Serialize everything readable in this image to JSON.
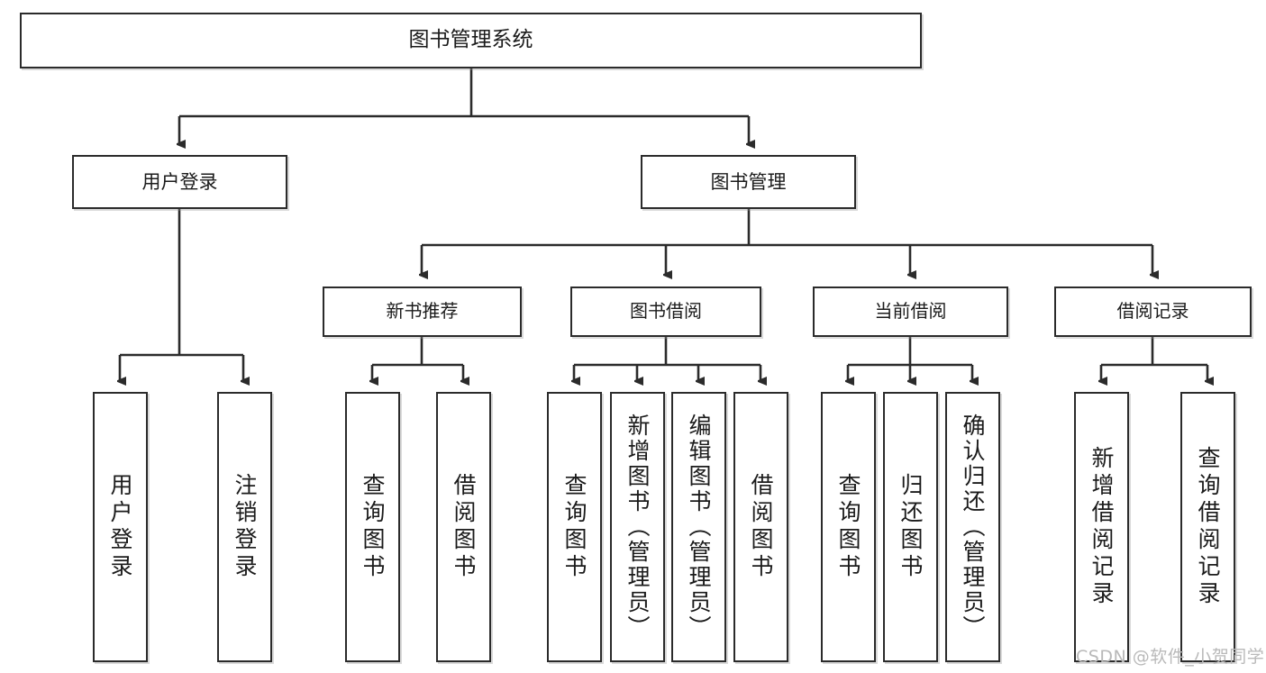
{
  "diagram": {
    "title": "图书管理系统",
    "type": "tree-hierarchy",
    "levels": [
      {
        "level": 1,
        "nodes": [
          {
            "id": "root",
            "label": "图书管理系统"
          }
        ]
      },
      {
        "level": 2,
        "nodes": [
          {
            "id": "login",
            "label": "用户登录",
            "parent": "root"
          },
          {
            "id": "bookmgmt",
            "label": "图书管理",
            "parent": "root"
          }
        ]
      },
      {
        "level": 3,
        "nodes": [
          {
            "id": "newbook",
            "label": "新书推荐",
            "parent": "bookmgmt"
          },
          {
            "id": "borrow",
            "label": "图书借阅",
            "parent": "bookmgmt"
          },
          {
            "id": "current",
            "label": "当前借阅",
            "parent": "bookmgmt"
          },
          {
            "id": "records",
            "label": "借阅记录",
            "parent": "bookmgmt"
          }
        ]
      },
      {
        "level": 4,
        "nodes": [
          {
            "id": "leaf-user-login",
            "label": "用户登录",
            "parent": "login"
          },
          {
            "id": "leaf-user-logout",
            "label": "注销登录",
            "parent": "login"
          },
          {
            "id": "leaf-query-book-1",
            "label": "查询图书",
            "parent": "newbook"
          },
          {
            "id": "leaf-borrow-book-1",
            "label": "借阅图书",
            "parent": "newbook"
          },
          {
            "id": "leaf-query-book-2",
            "label": "查询图书",
            "parent": "borrow"
          },
          {
            "id": "leaf-add-book",
            "label": "新增图书（管理员）",
            "parent": "borrow"
          },
          {
            "id": "leaf-edit-book",
            "label": "编辑图书（管理员）",
            "parent": "borrow"
          },
          {
            "id": "leaf-borrow-book-2",
            "label": "借阅图书",
            "parent": "borrow"
          },
          {
            "id": "leaf-query-book-3",
            "label": "查询图书",
            "parent": "current"
          },
          {
            "id": "leaf-return-book",
            "label": "归还图书",
            "parent": "current"
          },
          {
            "id": "leaf-confirm-return",
            "label": "确认归还（管理员）",
            "parent": "current"
          },
          {
            "id": "leaf-add-record",
            "label": "新增借阅记录",
            "parent": "records"
          },
          {
            "id": "leaf-query-record",
            "label": "查询借阅记录",
            "parent": "records"
          }
        ]
      }
    ],
    "colors": {
      "stroke": "#2b2b2b",
      "fill": "#ffffff",
      "text": "#1b1b1b",
      "watermark": "#b9b9b9"
    }
  },
  "watermark": {
    "text": "CSDN @软件_小贺同学"
  }
}
